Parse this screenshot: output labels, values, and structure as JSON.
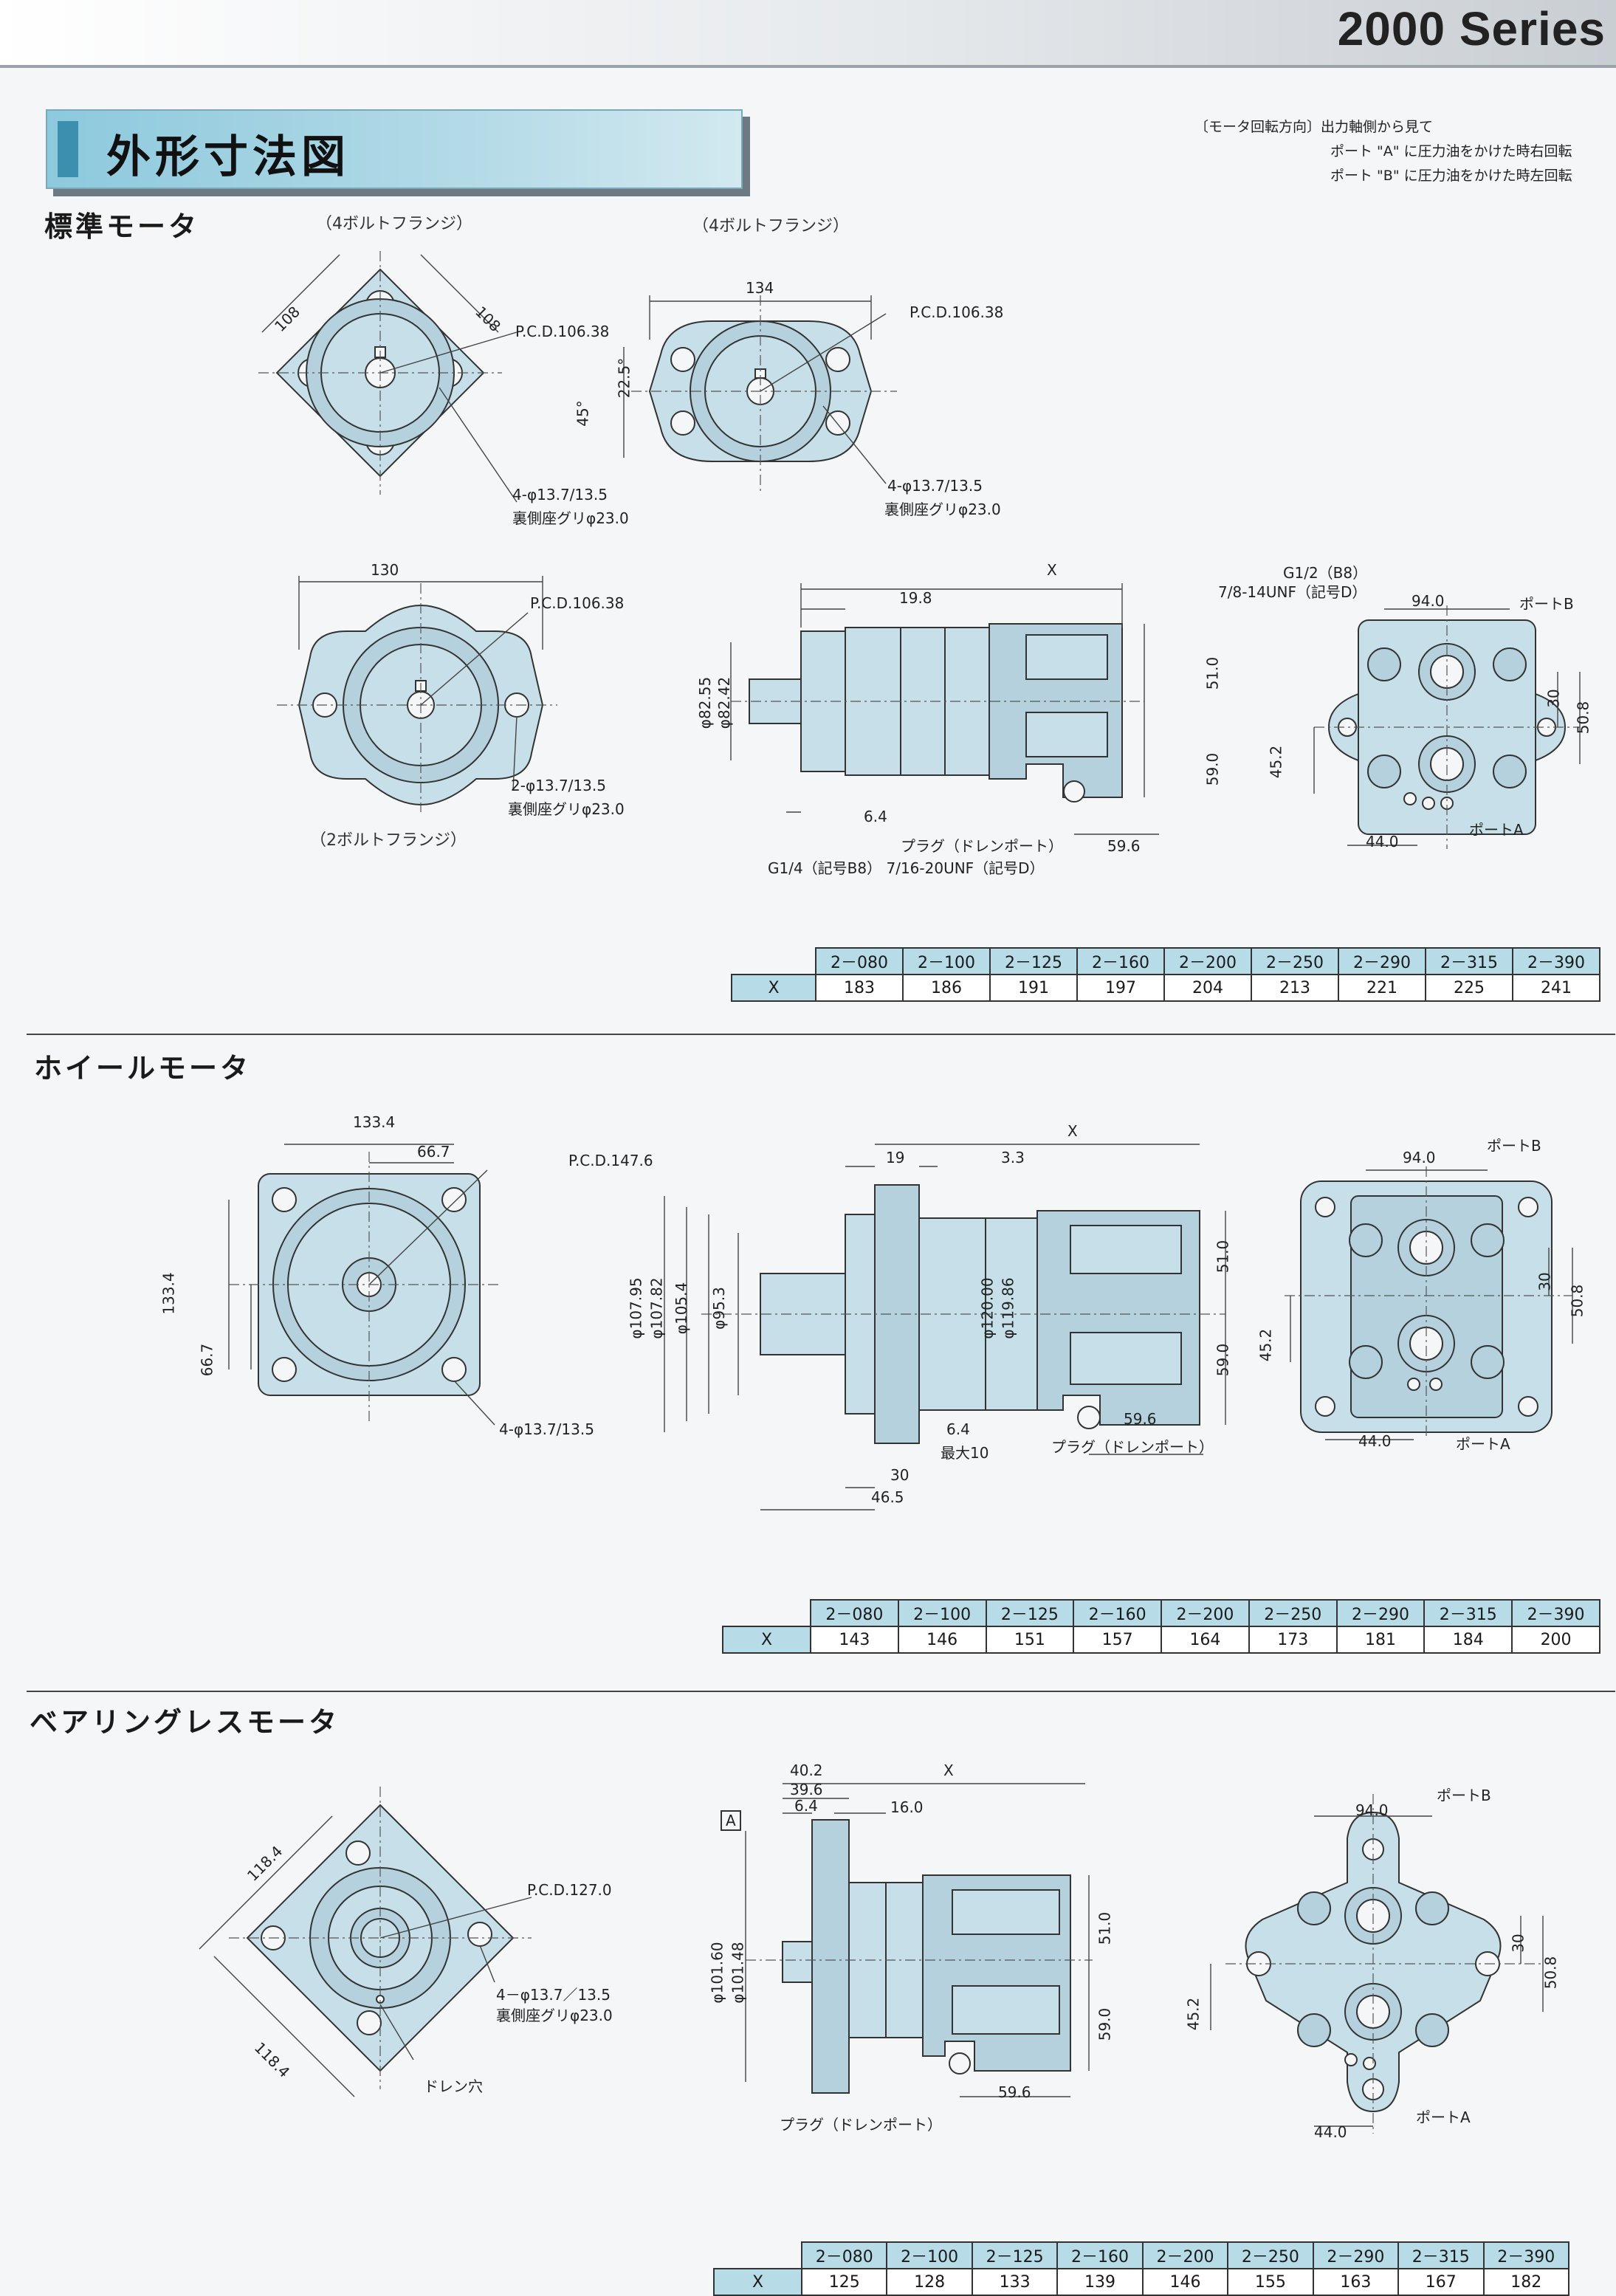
{
  "header": {
    "series": "2000 Series"
  },
  "page_title": "外形寸法図",
  "rotation_note": {
    "line1": "〔モータ回転方向〕出力軸側から見て",
    "line2": "ポート \"A\" に圧力油をかけた時右回転",
    "line3": "ポート \"B\" に圧力油をかけた時左回転"
  },
  "standard": {
    "title": "標準モータ",
    "flange4_label_a": "（4ボルトフランジ）",
    "flange4_label_b": "（4ボルトフランジ）",
    "flange2_label": "（2ボルトフランジ）",
    "dim_108a": "108",
    "dim_108b": "108",
    "pcd": "P.C.D.106.38",
    "holes4": "4-φ13.7/13.5",
    "counterbore": "裏側座グリφ23.0",
    "dim_134": "134",
    "angle_225": "22.5°",
    "angle_45": "45°",
    "pcd_b": "P.C.D.106.38",
    "holes4_b": "4-φ13.7/13.5",
    "counterbore_b": "裏側座グリφ23.0",
    "dim_130": "130",
    "pcd_c": "P.C.D.106.38",
    "holes2": "2-φ13.7/13.5",
    "counterbore_c": "裏側座グリφ23.0",
    "side": {
      "x": "X",
      "d198": "19.8",
      "d825": "φ82.55",
      "d824": "φ82.42",
      "d64": "6.4",
      "d510": "51.0",
      "d590": "59.0",
      "d596": "59.6",
      "plug": "プラグ（ドレンポート）",
      "g14": "G1/4（記号B8） 7/16-20UNF（記号D）"
    },
    "rear": {
      "g12": "G1/2（B8）",
      "unf": "7/8-14UNF（記号D）",
      "d940": "94.0",
      "portb": "ポートB",
      "porta": "ポートA",
      "d30": "30",
      "d508": "50.8",
      "d452": "45.2",
      "d440": "44.0"
    },
    "table": {
      "models": [
        "2－080",
        "2－100",
        "2－125",
        "2－160",
        "2－200",
        "2－250",
        "2－290",
        "2－315",
        "2－390"
      ],
      "xlabel": "X",
      "values": [
        "183",
        "186",
        "191",
        "197",
        "204",
        "213",
        "221",
        "225",
        "241"
      ]
    }
  },
  "wheel": {
    "title": "ホイールモータ",
    "front": {
      "d1334a": "133.4",
      "d667a": "66.7",
      "pcd": "P.C.D.147.6",
      "d1334b": "133.4",
      "d667b": "66.7",
      "holes": "4-φ13.7/13.5"
    },
    "side": {
      "x": "X",
      "d19": "19",
      "d33": "3.3",
      "d10795": "φ107.95",
      "d10782": "φ107.82",
      "d1054": "φ105.4",
      "d953": "φ95.3",
      "d1200": "φ120.00",
      "d11986": "φ119.86",
      "d510": "51.0",
      "d590": "59.0",
      "d596": "59.6",
      "d64": "6.4",
      "max10": "最大10",
      "d30": "30",
      "d465": "46.5",
      "plug": "プラグ（ドレンポート）"
    },
    "rear": {
      "d940": "94.0",
      "portb": "ポートB",
      "porta": "ポートA",
      "d30": "30",
      "d508": "50.8",
      "d452": "45.2",
      "d440": "44.0"
    },
    "table": {
      "models": [
        "2－080",
        "2－100",
        "2－125",
        "2－160",
        "2－200",
        "2－250",
        "2－290",
        "2－315",
        "2－390"
      ],
      "xlabel": "X",
      "values": [
        "143",
        "146",
        "151",
        "157",
        "164",
        "173",
        "181",
        "184",
        "200"
      ]
    }
  },
  "bearingless": {
    "title": "ベアリングレスモータ",
    "front": {
      "d1184a": "118.4",
      "pcd": "P.C.D.127.0",
      "holes": "4－φ13.7／13.5",
      "counterbore": "裏側座グリφ23.0",
      "d1184b": "118.4",
      "drain": "ドレン穴"
    },
    "side": {
      "x": "X",
      "d402": "40.2",
      "d396": "39.6",
      "d64": "6.4",
      "d160": "16.0",
      "datum": "A",
      "d10160": "φ101.60",
      "d10148": "φ101.48",
      "d510": "51.0",
      "d590": "59.0",
      "d596": "59.6",
      "plug": "プラグ（ドレンポート）"
    },
    "rear": {
      "d940": "94.0",
      "portb": "ポートB",
      "porta": "ポートA",
      "d30": "30",
      "d508": "50.8",
      "d452": "45.2",
      "d440": "44.0"
    },
    "table": {
      "models": [
        "2－080",
        "2－100",
        "2－125",
        "2－160",
        "2－200",
        "2－250",
        "2－290",
        "2－315",
        "2－390"
      ],
      "xlabel": "X",
      "values": [
        "125",
        "128",
        "133",
        "139",
        "146",
        "155",
        "163",
        "167",
        "182"
      ]
    }
  }
}
